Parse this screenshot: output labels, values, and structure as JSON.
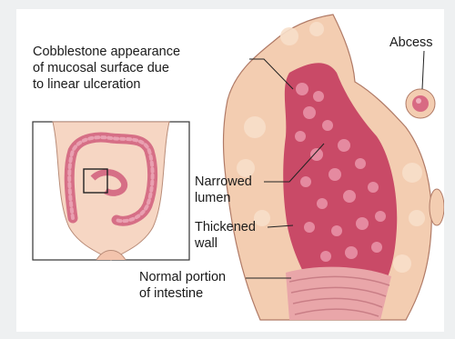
{
  "figure": {
    "labels": {
      "cobblestone": [
        "Cobblestone appearance",
        "of mucosal surface due",
        "to linear ulceration"
      ],
      "abscess": "Abcess",
      "narrowed_lumen": [
        "Narrowed",
        "lumen"
      ],
      "thickened_wall": [
        "Thickened",
        "wall"
      ],
      "normal_portion": [
        "Normal portion",
        "of intestine"
      ]
    },
    "colors": {
      "background": "#eef0f1",
      "panel": "#ffffff",
      "wall": "#f3cdb1",
      "mucosa": "#c94a67",
      "mucosa_light": "#e58aa0",
      "normal_tissue": "#e9a6a9",
      "skin": "#f6d6c3",
      "leader": "#222222"
    },
    "icons": [
      "torso-inset-icon",
      "colon-icon",
      "zoom-box-icon"
    ]
  }
}
